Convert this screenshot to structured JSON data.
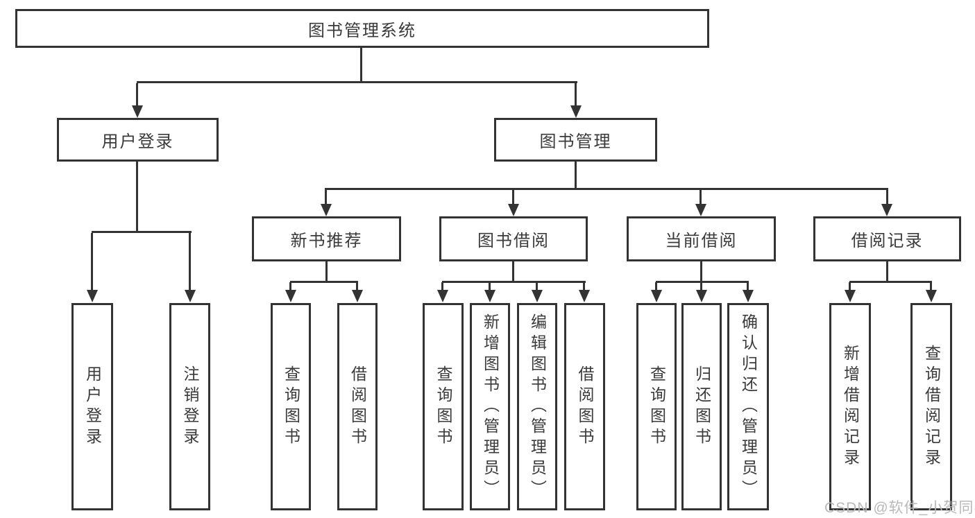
{
  "nodes": {
    "root": "图书管理系统",
    "user_login": "用户登录",
    "book_mgmt": "图书管理",
    "new_book_rec": "新书推荐",
    "book_borrow": "图书借阅",
    "current_borrow": "当前借阅",
    "borrow_records": "借阅记录",
    "leaf_user_login": "用户登录",
    "leaf_logout": "注销登录",
    "leaf_nb_query": "查询图书",
    "leaf_nb_borrow": "借阅图书",
    "leaf_bb_query": "查询图书",
    "leaf_bb_add": "新增图书（管理员）",
    "leaf_bb_edit": "编辑图书（管理员）",
    "leaf_bb_borrow": "借阅图书",
    "leaf_cb_query": "查询图书",
    "leaf_cb_return": "归还图书",
    "leaf_cb_confirm": "确认归还（管理员）",
    "leaf_br_add": "新增借阅记录",
    "leaf_br_query": "查询借阅记录"
  },
  "watermark": "CSDN @软件_小贺同学",
  "colors": {
    "line": "#333333",
    "text": "#3a3a3a",
    "watermark": "#b9b9b9"
  }
}
